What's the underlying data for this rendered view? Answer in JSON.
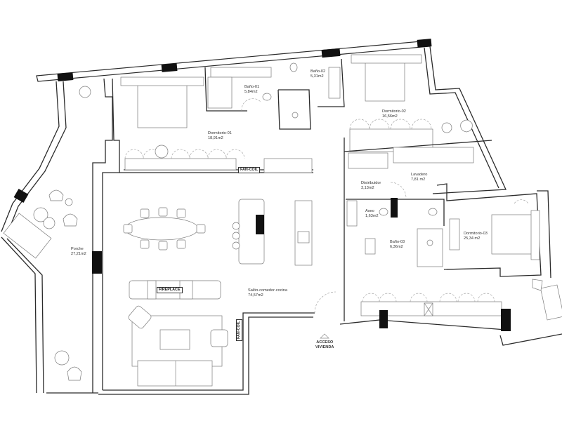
{
  "plan": {
    "rooms": [
      {
        "id": "dormitorio-01",
        "name": "Dormitorio-01",
        "area": "18,91m2"
      },
      {
        "id": "bano-01",
        "name": "Baño-01",
        "area": "5,84m2"
      },
      {
        "id": "bano-02",
        "name": "Baño-02",
        "area": "5,31m2"
      },
      {
        "id": "dormitorio-02",
        "name": "Dormitorio-02",
        "area": "16,56m2"
      },
      {
        "id": "lavadero",
        "name": "Lavadero",
        "area": "7,81 m2"
      },
      {
        "id": "distribuidor",
        "name": "Distribuidor",
        "area": "3,13m2"
      },
      {
        "id": "aseo",
        "name": "Aseo",
        "area": "1,63m2"
      },
      {
        "id": "bano-03",
        "name": "Baño-03",
        "area": "6,36m2"
      },
      {
        "id": "dormitorio-03",
        "name": "Dormitorio-03",
        "area": "25,34 m2"
      },
      {
        "id": "salon",
        "name": "Salón-comedor-cocina",
        "area": "74,57m2"
      },
      {
        "id": "porche",
        "name": "Porche",
        "area": "27,21m2"
      }
    ],
    "tags": {
      "fancoil_top": "FAN-COIL",
      "fancoil_bottom": "FAN-COIL",
      "fireplace": "FIREPLACE",
      "entrance_line1": "ACCESO",
      "entrance_line2": "VIVIENDA"
    },
    "colors": {
      "wall": "#2b2b2b",
      "pillar": "#111111",
      "furniture": "#7a7a7a",
      "background": "#ffffff"
    }
  }
}
